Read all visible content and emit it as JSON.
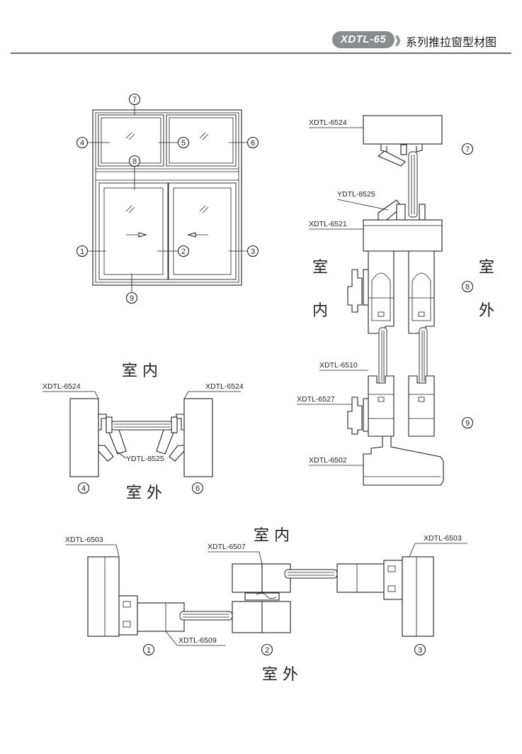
{
  "header": {
    "badge": "XDTL-65",
    "arrows": "》",
    "title": "系列推拉窗型材图"
  },
  "markers": {
    "m1": "1",
    "m2": "2",
    "m3": "3",
    "m4": "4",
    "m5": "5",
    "m6": "6",
    "m7": "7",
    "m8": "8",
    "m9": "9"
  },
  "labels": {
    "shi": "室",
    "nei": "内",
    "wai": "外",
    "shinei": "室 内",
    "shiwai": "室 外"
  },
  "parts": {
    "p6524": "XDTL-6524",
    "p8525": "YDTL-8525",
    "p6521": "XDTL-6521",
    "p6510": "XDTL-6510",
    "p6527": "XDTL-6527",
    "p6502": "XDTL-6502",
    "p6503": "XDTL-6503",
    "p6507": "XDTL-6507",
    "p6509": "XDTL-6509"
  },
  "colors": {
    "line": "#231f20",
    "badge": "#8a8b8d",
    "rule": "#6d6e71"
  }
}
